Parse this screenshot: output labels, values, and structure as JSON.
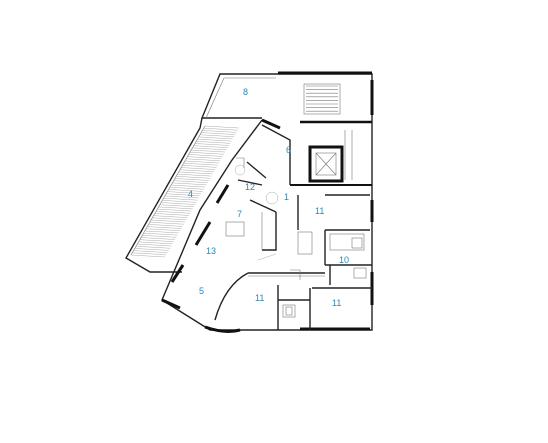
{
  "room_labels": {
    "r8": "8",
    "r6": "6",
    "r12": "12",
    "r1": "1",
    "r4": "4",
    "r7": "7",
    "r11a": "11",
    "r13": "13",
    "r10": "10",
    "r5": "5",
    "r11b": "11",
    "r11c": "11"
  },
  "colors": {
    "label": "#2a86b8",
    "wall": "#111111"
  }
}
